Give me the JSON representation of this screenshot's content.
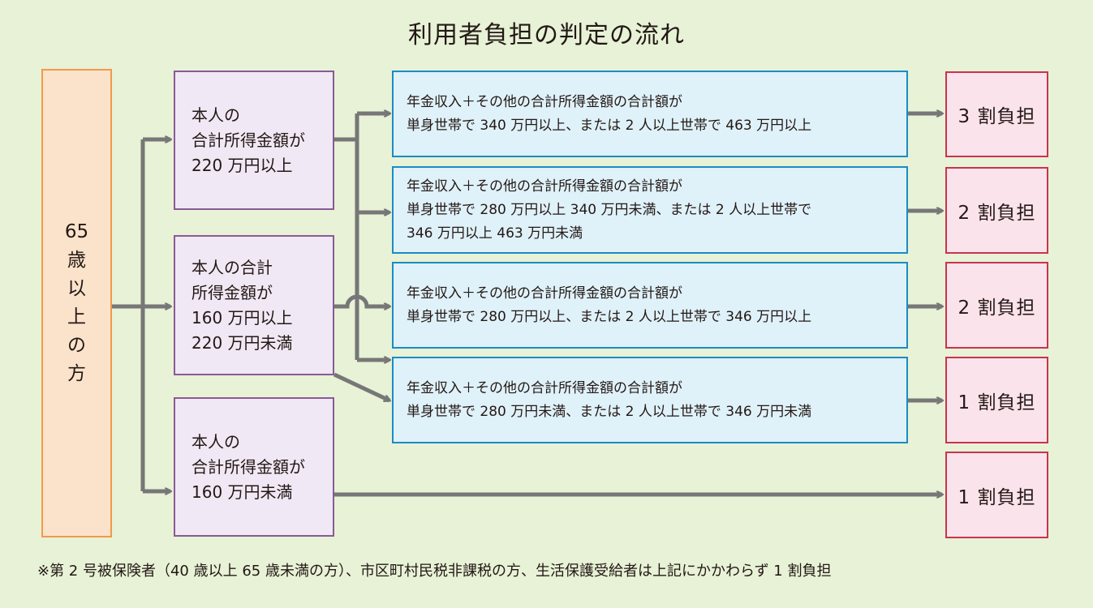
{
  "title": "利用者負担の判定の流れ",
  "age_group": "65\n歳\n以\n上\nの\n方",
  "conditions": [
    "本人の\n合計所得金額が\n220 万円以上",
    "本人の合計\n所得金額が\n160 万円以上\n220 万円未満",
    "本人の\n合計所得金額が\n160 万円未満"
  ],
  "criteria": [
    "年金収入＋その他の合計所得金額の合計額が\n単身世帯で 340 万円以上、または 2 人以上世帯で 463 万円以上",
    "年金収入＋その他の合計所得金額の合計額が\n単身世帯で 280 万円以上 340 万円未満、または 2 人以上世帯で\n346 万円以上 463 万円未満",
    "年金収入＋その他の合計所得金額の合計額が\n単身世帯で 280 万円以上、または 2 人以上世帯で 346 万円以上",
    "年金収入＋その他の合計所得金額の合計額が\n単身世帯で 280 万円未満、または 2 人以上世帯で 346 万円未満"
  ],
  "results": [
    "3 割負担",
    "2 割負担",
    "2 割負担",
    "1 割負担",
    "1 割負担"
  ],
  "footnote": "※第 2 号被保険者（40 歳以上 65 歳未満の方）、市区町村民税非課税の方、生活保護受給者は上記にかかわらず 1 割負担",
  "colors": {
    "background": "#e7f2d6",
    "age_border": "#f2994a",
    "condition_border": "#8a5a96",
    "criteria_border": "#1b8bc6",
    "result_border": "#c8344d",
    "arrow": "#777777"
  }
}
